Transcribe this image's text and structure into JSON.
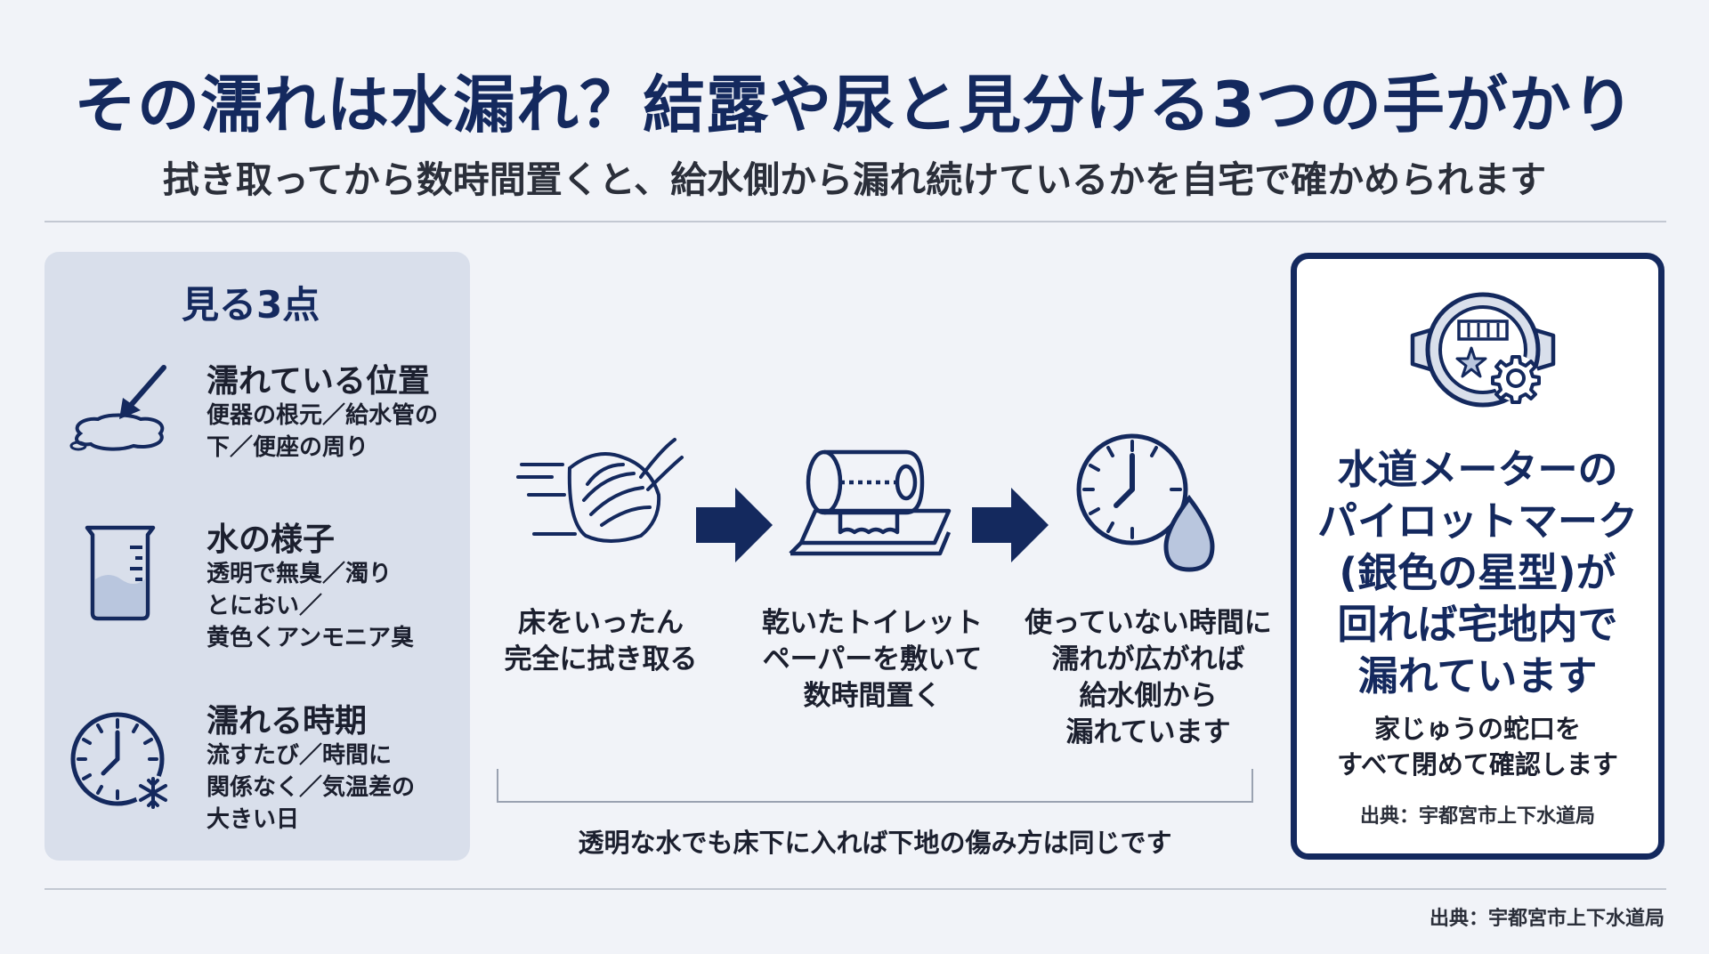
{
  "header": {
    "title": "その濡れは水漏れ？結露や尿と見分ける3つの手がかり",
    "subtitle": "拭き取ってから数時間置くと、給水側から漏れ続けているかを自宅で確かめられます"
  },
  "left_panel": {
    "heading": "見る3点",
    "points": [
      {
        "icon": "puddle-arrow-icon",
        "title": "濡れている位置",
        "desc": [
          "便器の根元／給水管の",
          "下／便座の周り"
        ]
      },
      {
        "icon": "measuring-cup-icon",
        "title": "水の様子",
        "desc": [
          "透明で無臭／濁り",
          "とにおい／",
          "黄色くアンモニア臭"
        ]
      },
      {
        "icon": "clock-snowflake-icon",
        "title": "濡れる時期",
        "desc": [
          "流すたび／時間に",
          "関係なく／気温差の",
          "大きい日"
        ]
      }
    ]
  },
  "flow": {
    "steps": [
      {
        "icon": "wiping-hand-icon",
        "label": [
          "床をいったん",
          "完全に拭き取る"
        ]
      },
      {
        "icon": "toilet-paper-icon",
        "label": [
          "乾いたトイレット",
          "ペーパーを敷いて",
          "数時間置く"
        ]
      },
      {
        "icon": "clock-droplet-icon",
        "label": [
          "使っていない時間に",
          "濡れが広がれば",
          "給水側から",
          "漏れています"
        ]
      }
    ],
    "note": "透明な水でも床下に入れば下地の傷み方は同じです"
  },
  "right_box": {
    "icon": "water-meter-icon",
    "main": [
      "水道メーターの",
      "パイロットマーク",
      "(銀色の星型)が",
      "回れば宅地内で",
      "漏れています"
    ],
    "sub": [
      "家じゅうの蛇口を",
      "すべて閉めて確認します"
    ],
    "source": "出典：宇都宮市上下水道局"
  },
  "footer": {
    "source": "出典：宇都宮市上下水道局"
  },
  "colors": {
    "navy": "#14295e",
    "panel_bg": "#d9dfeb",
    "page_bg": "#f1f3f8"
  }
}
